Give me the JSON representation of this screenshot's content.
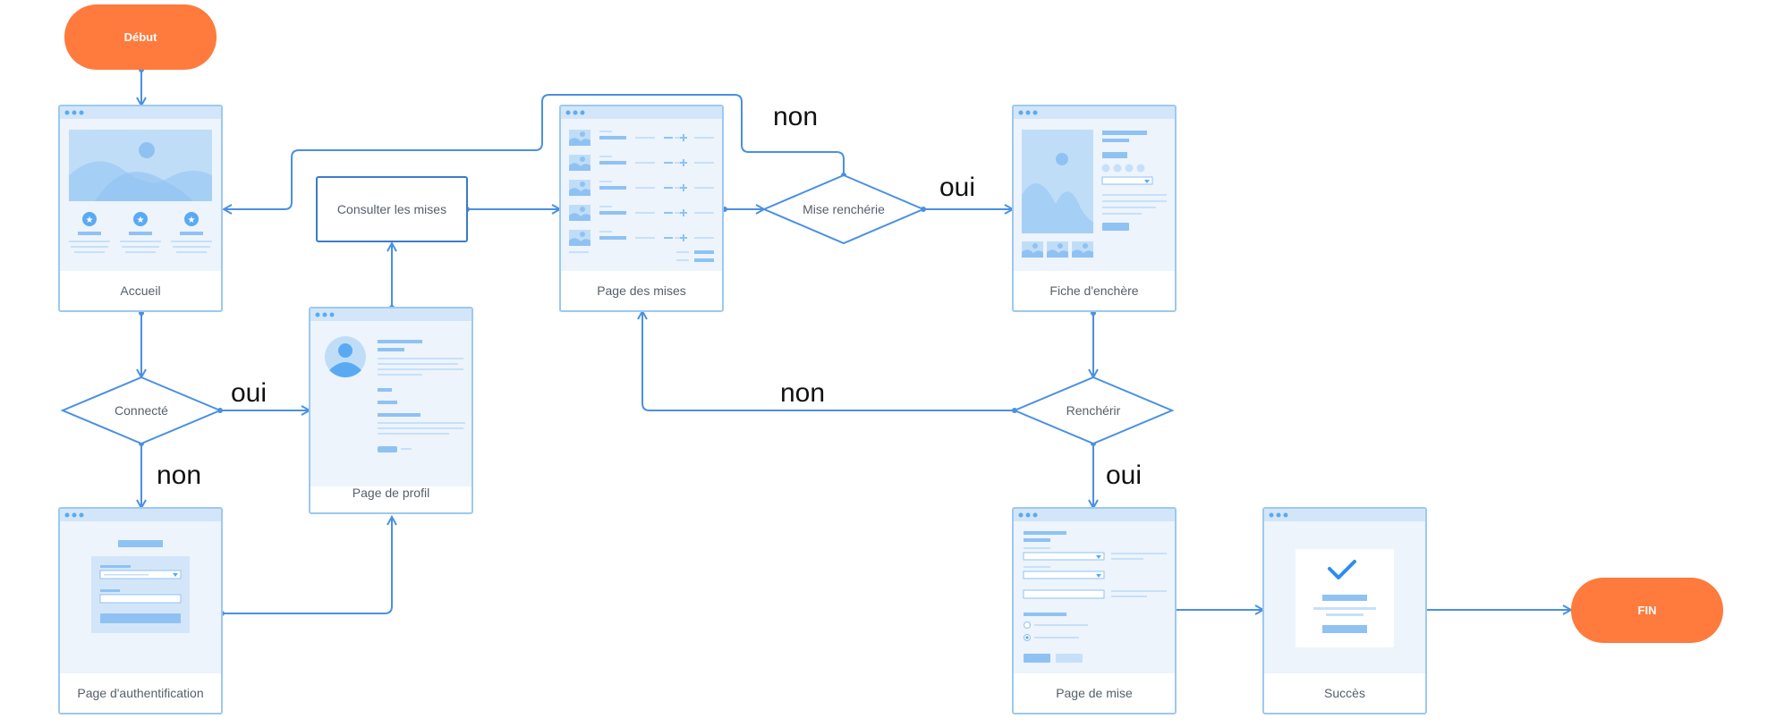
{
  "terminals": {
    "start": "Début",
    "end": "FIN"
  },
  "screens": {
    "accueil": "Accueil",
    "authentification": "Page d'authentification",
    "profil": "Page de profil",
    "mises": "Page des mises",
    "fiche": "Fiche d'enchère",
    "mise": "Page de mise",
    "succes": "Succès"
  },
  "decisions": {
    "connecte": "Connecté",
    "mise_rencherie": "Mise renchérie",
    "rencherir": "Renchérir"
  },
  "actions": {
    "consulter": "Consulter les mises"
  },
  "edge_labels": {
    "connecte_oui": "oui",
    "connecte_non": "non",
    "mise_rencherie_non": "non",
    "mise_rencherie_oui": "oui",
    "rencherir_non": "non",
    "rencherir_oui": "oui"
  },
  "colors": {
    "terminal": "#ff7a3d",
    "edge": "#4a90e2",
    "wireframe_border": "#9cc9f0"
  }
}
